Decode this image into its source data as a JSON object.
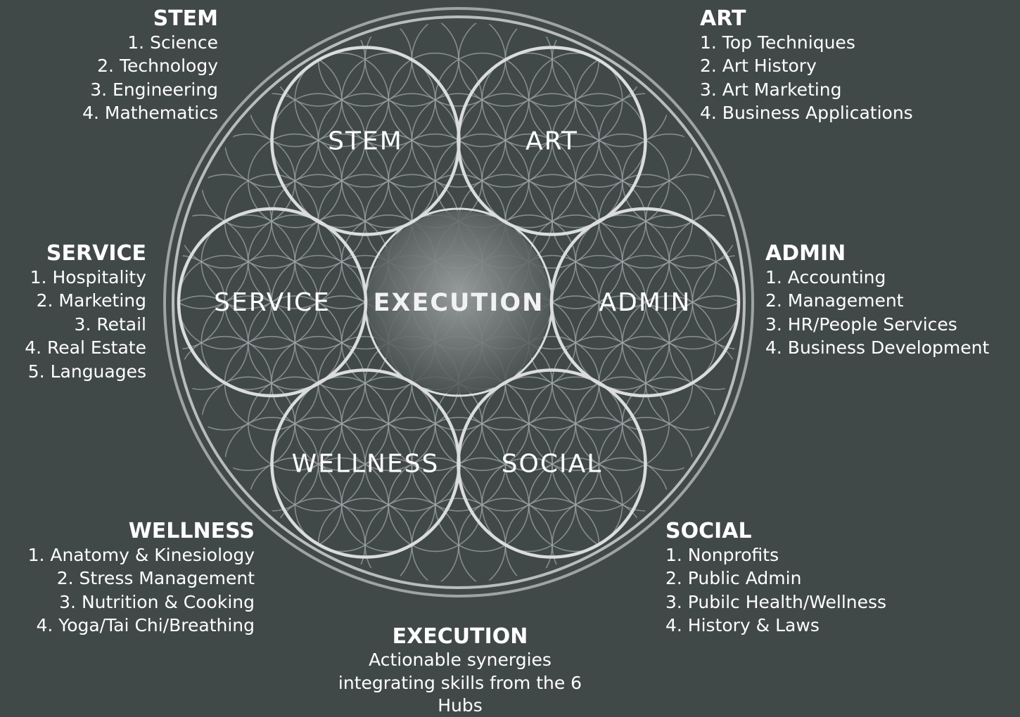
{
  "center": {
    "label": "EXECUTION"
  },
  "hubs": [
    {
      "label": "STEM"
    },
    {
      "label": "ART"
    },
    {
      "label": "ADMIN"
    },
    {
      "label": "SOCIAL"
    },
    {
      "label": "WELLNESS"
    },
    {
      "label": "SERVICE"
    }
  ],
  "blocks": {
    "stem": {
      "title": "STEM",
      "items": [
        "1. Science",
        "2. Technology",
        "3. Engineering",
        "4. Mathematics"
      ]
    },
    "art": {
      "title": "ART",
      "items": [
        "1. Top Techniques",
        "2. Art History",
        "3. Art Marketing",
        "4. Business Applications"
      ]
    },
    "service": {
      "title": "SERVICE",
      "items": [
        "1. Hospitality",
        "2. Marketing",
        "3. Retail",
        "4. Real Estate",
        "5. Languages"
      ]
    },
    "admin": {
      "title": "ADMIN",
      "items": [
        "1. Accounting",
        "2. Management",
        "3. HR/People Services",
        "4. Business Development"
      ]
    },
    "wellness": {
      "title": "WELLNESS",
      "items": [
        "1. Anatomy & Kinesiology",
        "2. Stress Management",
        "3. Nutrition & Cooking",
        "4. Yoga/Tai Chi/Breathing"
      ]
    },
    "social": {
      "title": "SOCIAL",
      "items": [
        "1. Nonprofits",
        "2. Public Admin",
        "3. Pubilc Health/Wellness",
        "4. History & Laws"
      ]
    },
    "execution": {
      "title": "EXECUTION",
      "description": "Actionable synergies integrating skills from the 6 Hubs"
    }
  },
  "colors": {
    "background": "#414848",
    "ring": "#b8bcbd",
    "major_circle": "#dadcdd",
    "minor_line": "#9ea3a4",
    "text": "#ffffff"
  }
}
